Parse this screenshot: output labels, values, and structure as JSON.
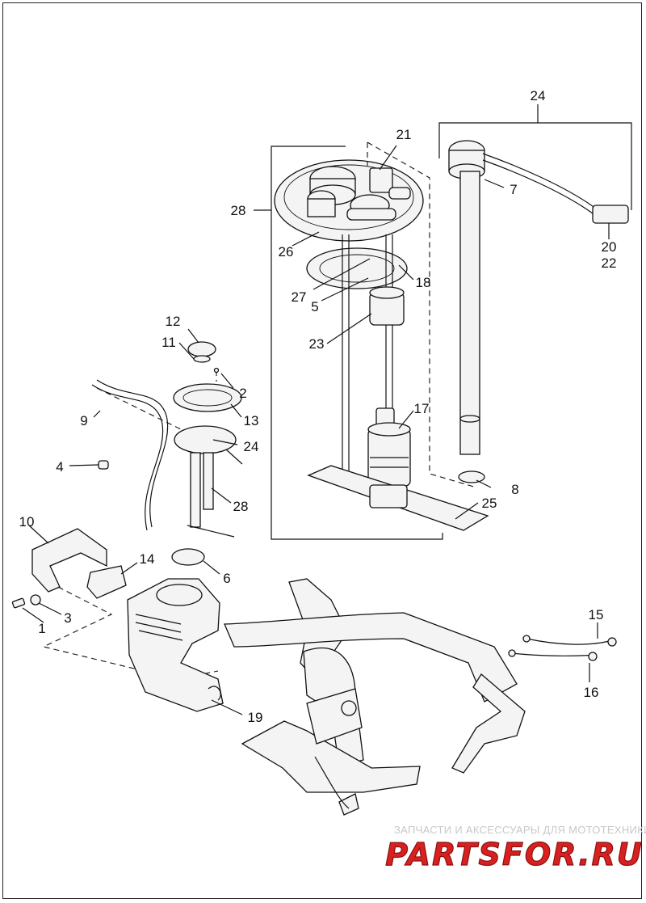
{
  "callouts": [
    "1",
    "2",
    "3",
    "4",
    "5",
    "6",
    "7",
    "8",
    "9",
    "10",
    "11",
    "12",
    "13",
    "14",
    "15",
    "16",
    "17",
    "18",
    "19",
    "20",
    "21",
    "22",
    "23",
    "24",
    "24",
    "25",
    "26",
    "27",
    "28",
    "28"
  ],
  "watermark": {
    "tagline": "ЗАПЧАСТИ И АКСЕССУАРЫ ДЛЯ МОТОТЕХНИКИ",
    "logo_text": "PARTSFOR.RU",
    "logo_color": "#d92020"
  }
}
